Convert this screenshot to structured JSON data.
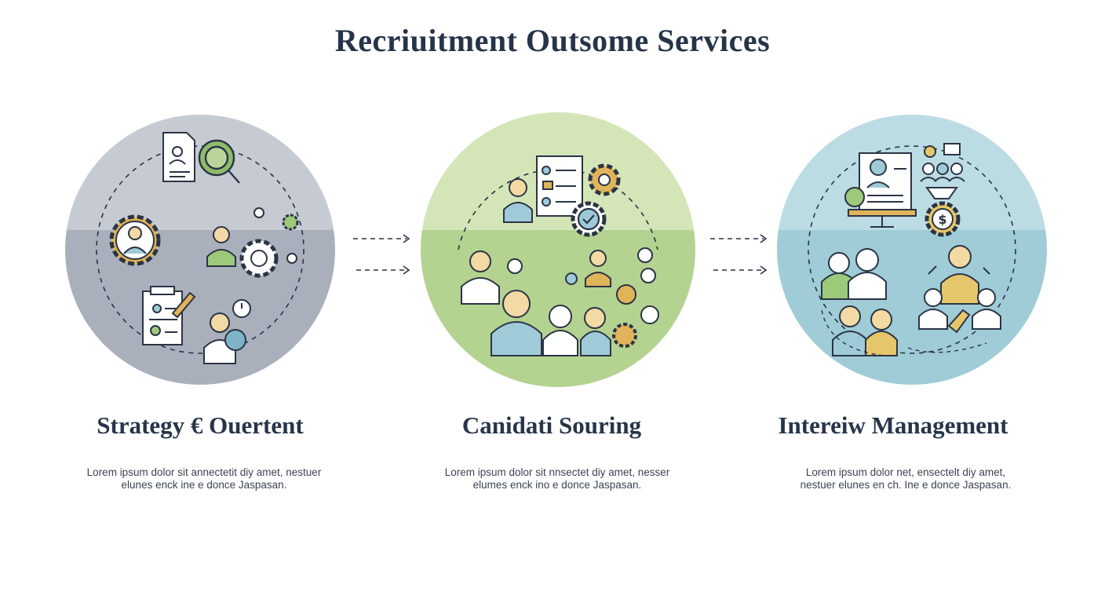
{
  "title": "Recriuitment Outsome Services",
  "steps": [
    {
      "title": "Strategy € Ouertent",
      "desc": "Lorem ipsum dolor sit annectetit diy amet, nestuer elunes enck ine e donce Jaspasan.",
      "colors": {
        "top": "#c6cbd3",
        "bottom": "#a9b0bc",
        "accent": "#8fbb6a"
      },
      "icons": [
        "resume-icon",
        "magnifier-icon",
        "gear-person-icon",
        "person-gear-icon",
        "clipboard-icon",
        "person-clock-icon"
      ]
    },
    {
      "title": "Canidati Souring",
      "desc": "Lorem ipsum dolor sit nnsectet diy amet, nesser elumes enck ino e donce Jaspasan.",
      "colors": {
        "top": "#d4e6b8",
        "bottom": "#b4d290",
        "accent": "#e0b45a"
      },
      "icons": [
        "candidate-profile-icon",
        "gear-icon",
        "checkmark-badge-icon",
        "people-group-icon",
        "network-icon"
      ]
    },
    {
      "title": "Intereiw Management",
      "desc": "Lorem ipsum dolor net, ensectelt diy amet, nestuer elunes en ch. Ine e donce Jaspasan.",
      "colors": {
        "top": "#bcdce4",
        "bottom": "#9fccd6",
        "accent": "#e5c66a"
      },
      "icons": [
        "monitor-profile-icon",
        "team-icon",
        "dollar-gear-icon",
        "interview-pair-icon",
        "panel-icon"
      ]
    }
  ]
}
